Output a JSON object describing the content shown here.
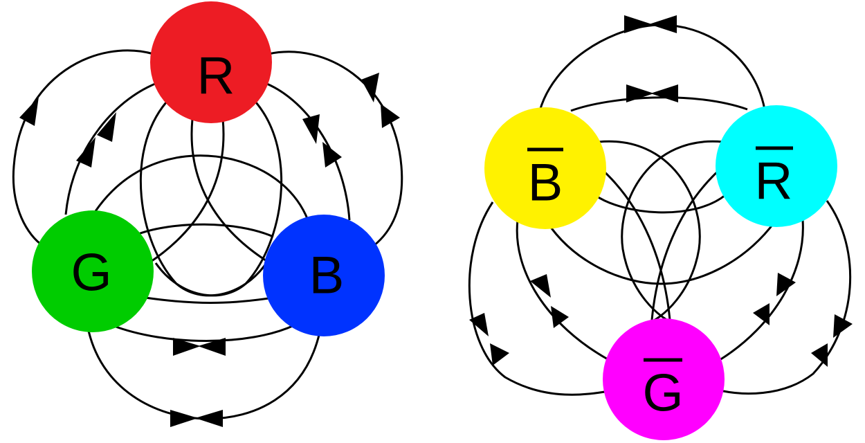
{
  "left_group": {
    "nodes": [
      {
        "id": "red",
        "label": "R",
        "color": "#ED1C24"
      },
      {
        "id": "green",
        "label": "G",
        "color": "#00CC00"
      },
      {
        "id": "blue",
        "label": "B",
        "color": "#0033FF"
      }
    ]
  },
  "right_group": {
    "nodes": [
      {
        "id": "anti-blue",
        "label": "B",
        "overline": true,
        "color": "#FFF200"
      },
      {
        "id": "anti-red",
        "label": "R",
        "overline": true,
        "color": "#00FFFF"
      },
      {
        "id": "anti-green",
        "label": "G",
        "overline": true,
        "color": "#FF00FF"
      }
    ]
  },
  "colors": {
    "line": "#000000",
    "background": "#FFFFFF"
  }
}
